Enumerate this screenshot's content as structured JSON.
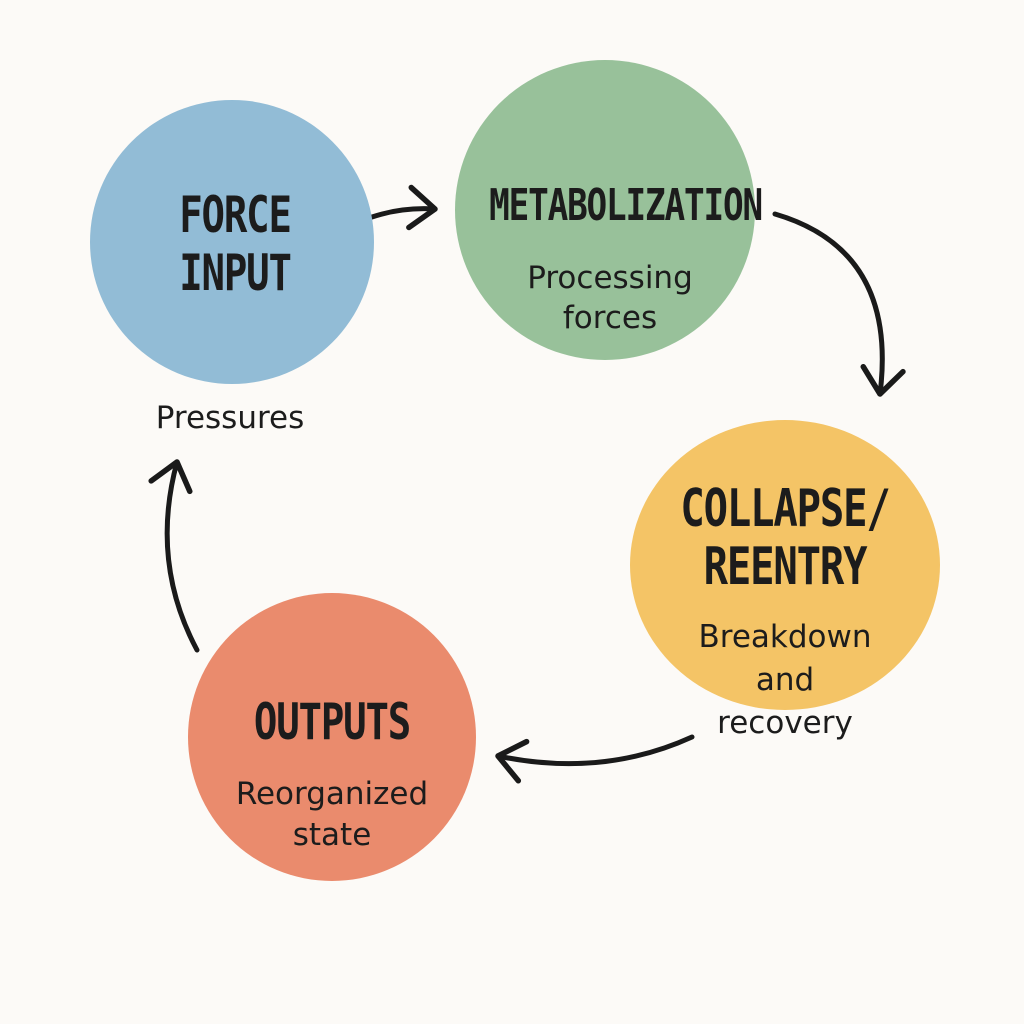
{
  "nodes": {
    "force_input": {
      "title_lines": [
        "FORCE",
        "INPUT"
      ],
      "caption": "Pressures",
      "color": "#92bcd6"
    },
    "metabolization": {
      "title": "METABOLIZATION",
      "subtitle_lines": [
        "Processing",
        "forces"
      ],
      "color": "#98c19a"
    },
    "collapse_reentry": {
      "title_lines": [
        "COLLAPSE/",
        "REENTRY"
      ],
      "subtitle_lines": [
        "Breakdown",
        "and",
        "recovery"
      ],
      "color": "#f4c466"
    },
    "outputs": {
      "title": "OUTPUTS",
      "subtitle_lines": [
        "Reorganized",
        "state"
      ],
      "color": "#ea8b6d"
    }
  },
  "arrow_color": "#1a1a1a"
}
